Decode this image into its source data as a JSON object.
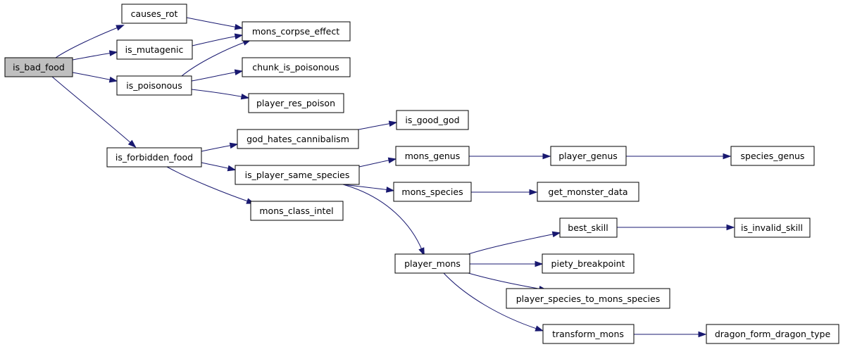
{
  "graph": {
    "nodes": {
      "is_bad_food": "is_bad_food",
      "causes_rot": "causes_rot",
      "is_mutagenic": "is_mutagenic",
      "is_poisonous": "is_poisonous",
      "is_forbidden_food": "is_forbidden_food",
      "mons_corpse_effect": "mons_corpse_effect",
      "chunk_is_poisonous": "chunk_is_poisonous",
      "player_res_poison": "player_res_poison",
      "god_hates_cannibalism": "god_hates_cannibalism",
      "is_good_god": "is_good_god",
      "is_player_same_species": "is_player_same_species",
      "mons_class_intel": "mons_class_intel",
      "mons_genus": "mons_genus",
      "player_genus": "player_genus",
      "species_genus": "species_genus",
      "mons_species": "mons_species",
      "get_monster_data": "get_monster_data",
      "player_mons": "player_mons",
      "best_skill": "best_skill",
      "is_invalid_skill": "is_invalid_skill",
      "piety_breakpoint": "piety_breakpoint",
      "player_species_to_mons_species": "player_species_to_mons_species",
      "transform_mons": "transform_mons",
      "dragon_form_dragon_type": "dragon_form_dragon_type"
    },
    "edges": [
      [
        "is_bad_food",
        "causes_rot"
      ],
      [
        "is_bad_food",
        "is_mutagenic"
      ],
      [
        "is_bad_food",
        "is_poisonous"
      ],
      [
        "is_bad_food",
        "is_forbidden_food"
      ],
      [
        "causes_rot",
        "mons_corpse_effect"
      ],
      [
        "is_mutagenic",
        "mons_corpse_effect"
      ],
      [
        "is_poisonous",
        "mons_corpse_effect"
      ],
      [
        "is_poisonous",
        "chunk_is_poisonous"
      ],
      [
        "is_poisonous",
        "player_res_poison"
      ],
      [
        "is_forbidden_food",
        "god_hates_cannibalism"
      ],
      [
        "is_forbidden_food",
        "is_player_same_species"
      ],
      [
        "is_forbidden_food",
        "mons_class_intel"
      ],
      [
        "god_hates_cannibalism",
        "is_good_god"
      ],
      [
        "is_player_same_species",
        "mons_genus"
      ],
      [
        "is_player_same_species",
        "mons_species"
      ],
      [
        "is_player_same_species",
        "player_mons"
      ],
      [
        "mons_genus",
        "player_genus"
      ],
      [
        "player_genus",
        "species_genus"
      ],
      [
        "mons_species",
        "get_monster_data"
      ],
      [
        "player_mons",
        "best_skill"
      ],
      [
        "player_mons",
        "piety_breakpoint"
      ],
      [
        "player_mons",
        "player_species_to_mons_species"
      ],
      [
        "player_mons",
        "transform_mons"
      ],
      [
        "best_skill",
        "is_invalid_skill"
      ],
      [
        "transform_mons",
        "dragon_form_dragon_type"
      ]
    ]
  },
  "colors": {
    "edge": "#191970",
    "root_fill": "#bfbfbf",
    "node_fill": "#ffffff",
    "node_border": "#000000"
  }
}
